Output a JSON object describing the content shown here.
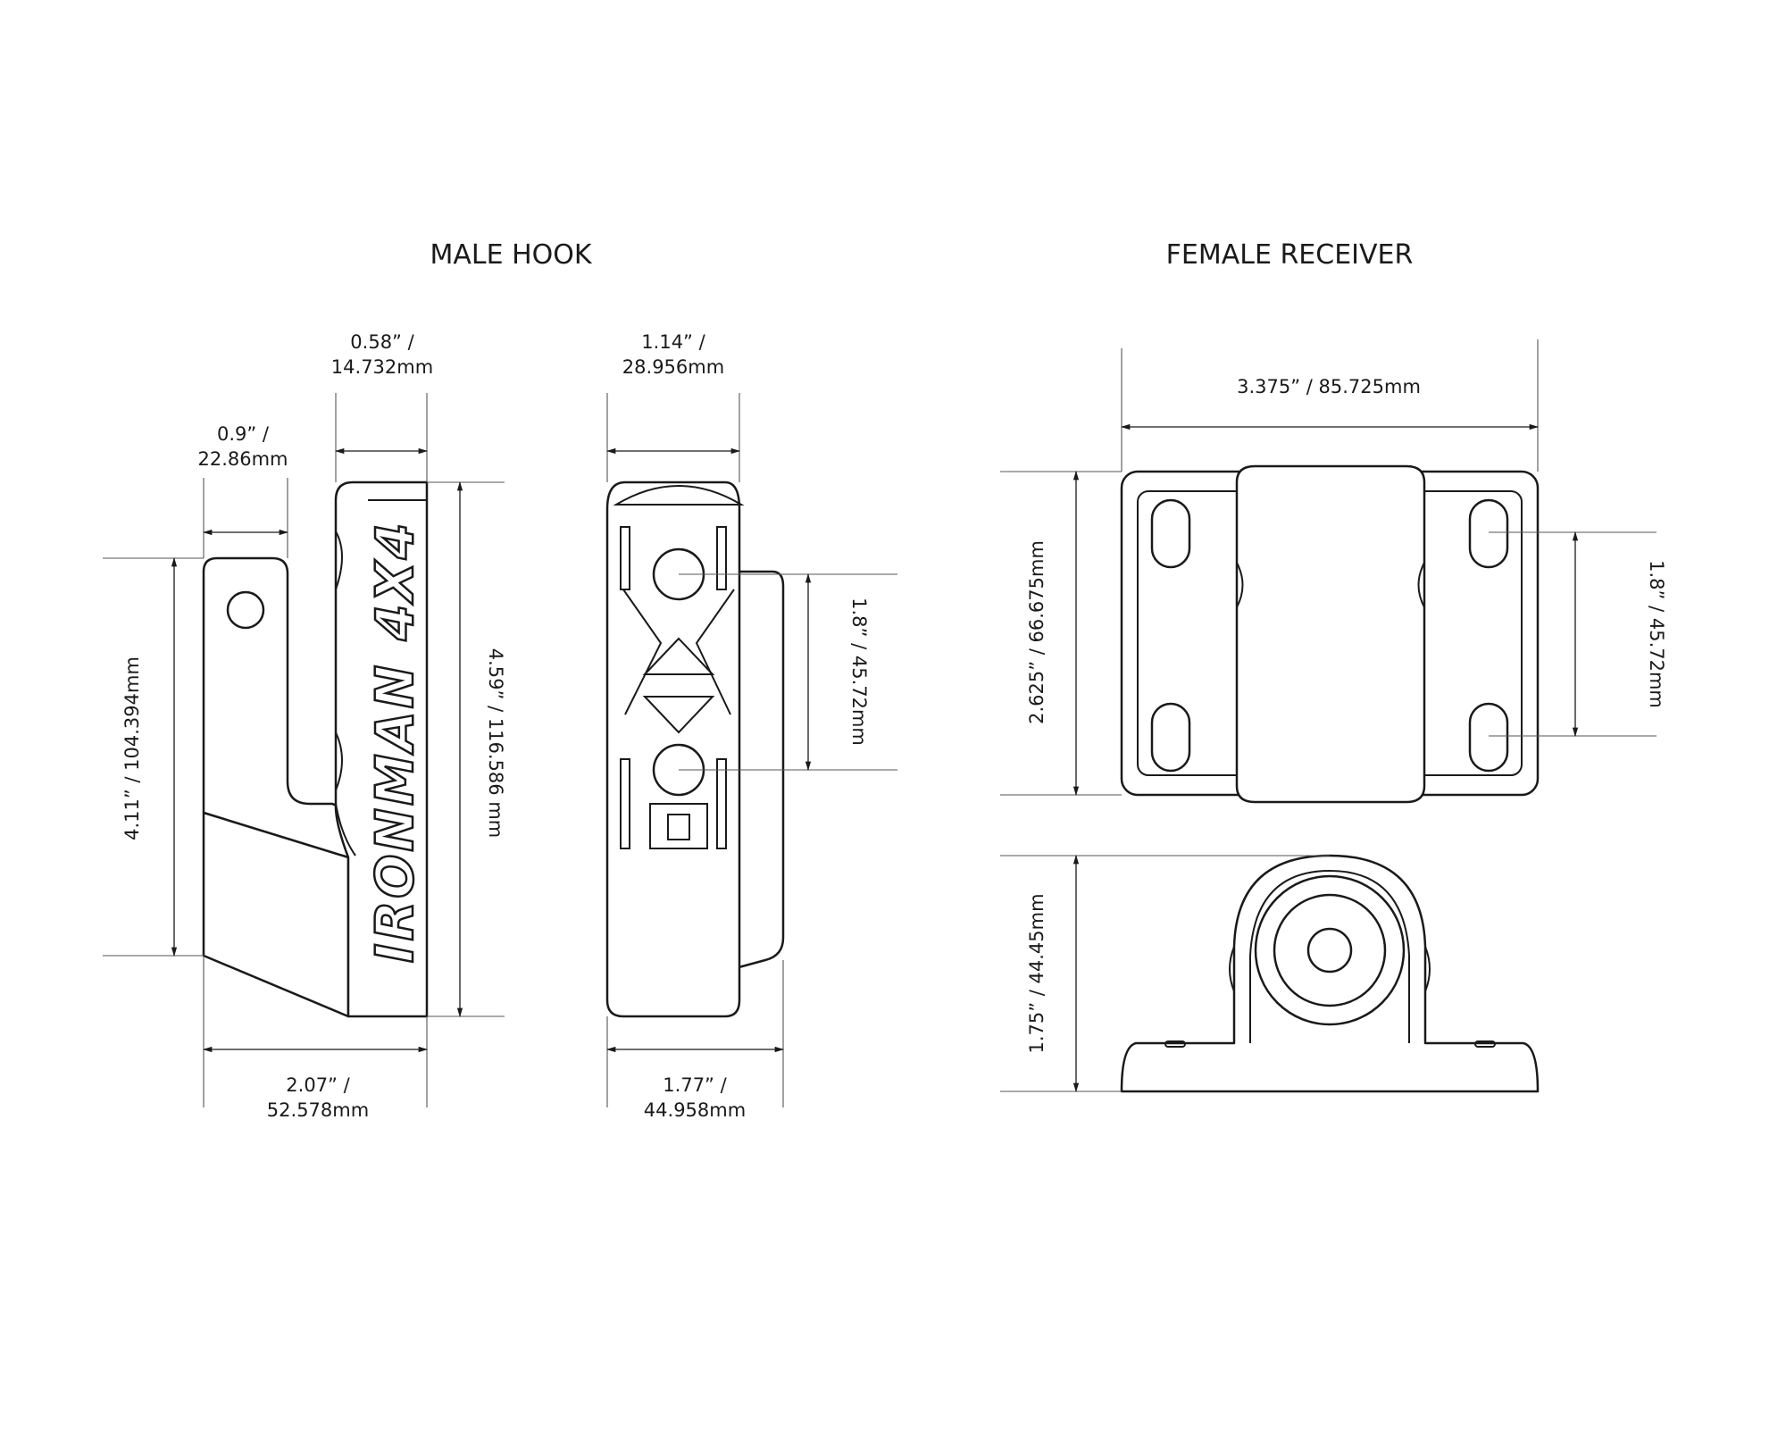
{
  "titles": {
    "male": "MALE HOOK",
    "female": "FEMALE RECEIVER"
  },
  "brand": {
    "name": "IRONMAN",
    "suffix": "4X4"
  },
  "dimensions": {
    "male_top_width_l1": "0.58” /",
    "male_top_width_l2": "14.732mm",
    "male_slot_width_l1": "0.9” /",
    "male_slot_width_l2": "22.86mm",
    "male_front_height": "4.11” / 104.394mm",
    "male_side_height": "4.59” / 116.586 mm",
    "male_base_width_l1": "2.07” /",
    "male_base_width_l2": "52.578mm",
    "male_side_top_width_l1": "1.14” /",
    "male_side_top_width_l2": "28.956mm",
    "male_hole_spacing": "1.8” / 45.72mm",
    "male_side_base_width_l1": "1.77” /",
    "male_side_base_width_l2": "44.958mm",
    "female_width": "3.375” / 85.725mm",
    "female_depth": "2.625” / 66.675mm",
    "female_hole_spacing": "1.8” / 45.72mm",
    "female_height": "1.75” / 44.45mm"
  },
  "colors": {
    "line": "#1a1a1a",
    "background": "#ffffff"
  }
}
